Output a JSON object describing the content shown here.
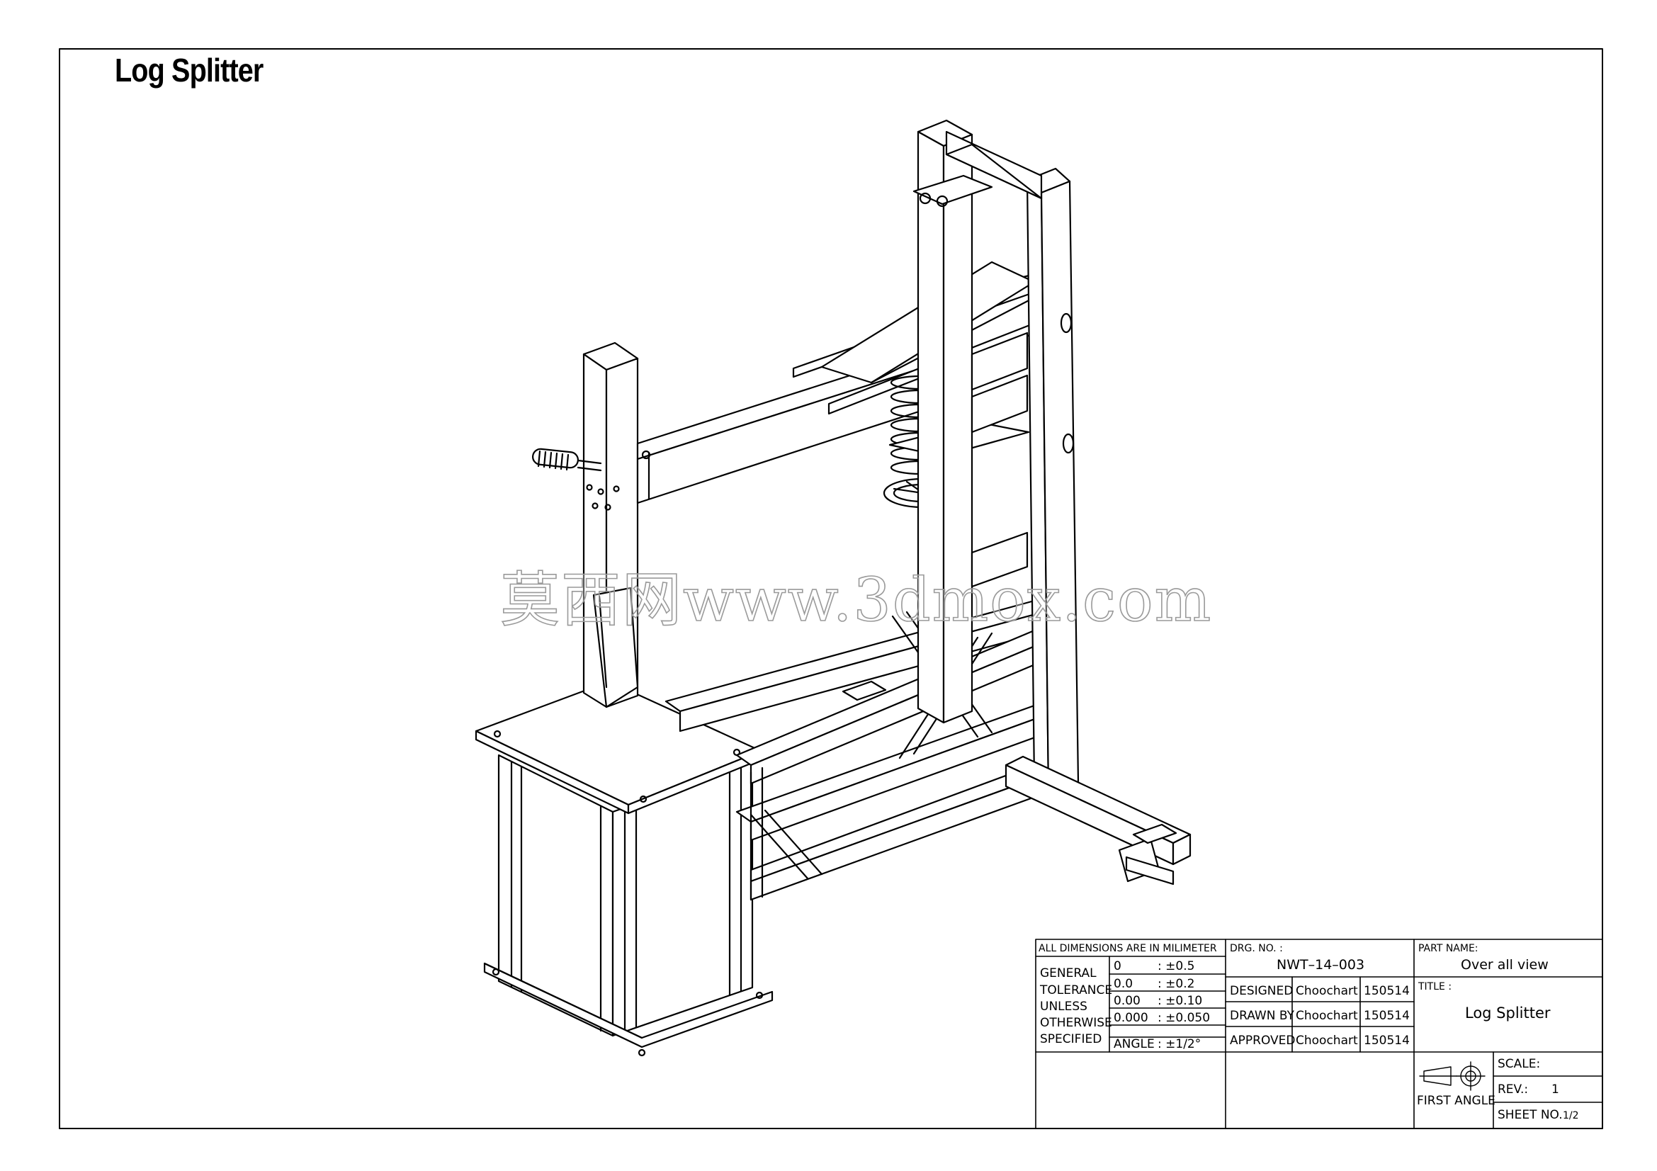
{
  "header": {
    "title": "Log Splitter"
  },
  "watermark": {
    "text": "莫西网www.3dmox.com"
  },
  "title_block": {
    "dimensions_note": "ALL DIMENSIONS ARE IN MILIMETER",
    "general_tolerance_label": [
      "GENERAL",
      "TOLERANCE",
      "UNLESS",
      "OTHERWISE",
      "SPECIFIED"
    ],
    "tolerances": [
      {
        "value": "0",
        "tolerance": ":  ±0.5"
      },
      {
        "value": "0.0",
        "tolerance": ":  ±0.2"
      },
      {
        "value": "0.00",
        "tolerance": ":  ±0.10"
      },
      {
        "value": "0.000",
        "tolerance": ":  ±0.050"
      },
      {
        "value": "ANGLE",
        "tolerance": ":  ±1/2°"
      }
    ],
    "drg_no_label": "DRG. NO. :",
    "drg_no": "NWT–14–003",
    "sign_off": [
      {
        "role": "DESIGNED",
        "name": "Choochart",
        "date": "150514"
      },
      {
        "role": "DRAWN  BY",
        "name": "Choochart",
        "date": "150514"
      },
      {
        "role": "APPROVED",
        "name": "Choochart",
        "date": "150514"
      }
    ],
    "part_name_label": "PART NAME:",
    "part_name": "Over  all  view",
    "title_label": "TITLE :",
    "title": "Log  Splitter",
    "projection": "FIRST  ANGLE",
    "scale_label": "SCALE:",
    "rev_label": "REV.:",
    "rev": "1",
    "sheet_label": "SHEET  NO.",
    "sheet": "1/2"
  }
}
